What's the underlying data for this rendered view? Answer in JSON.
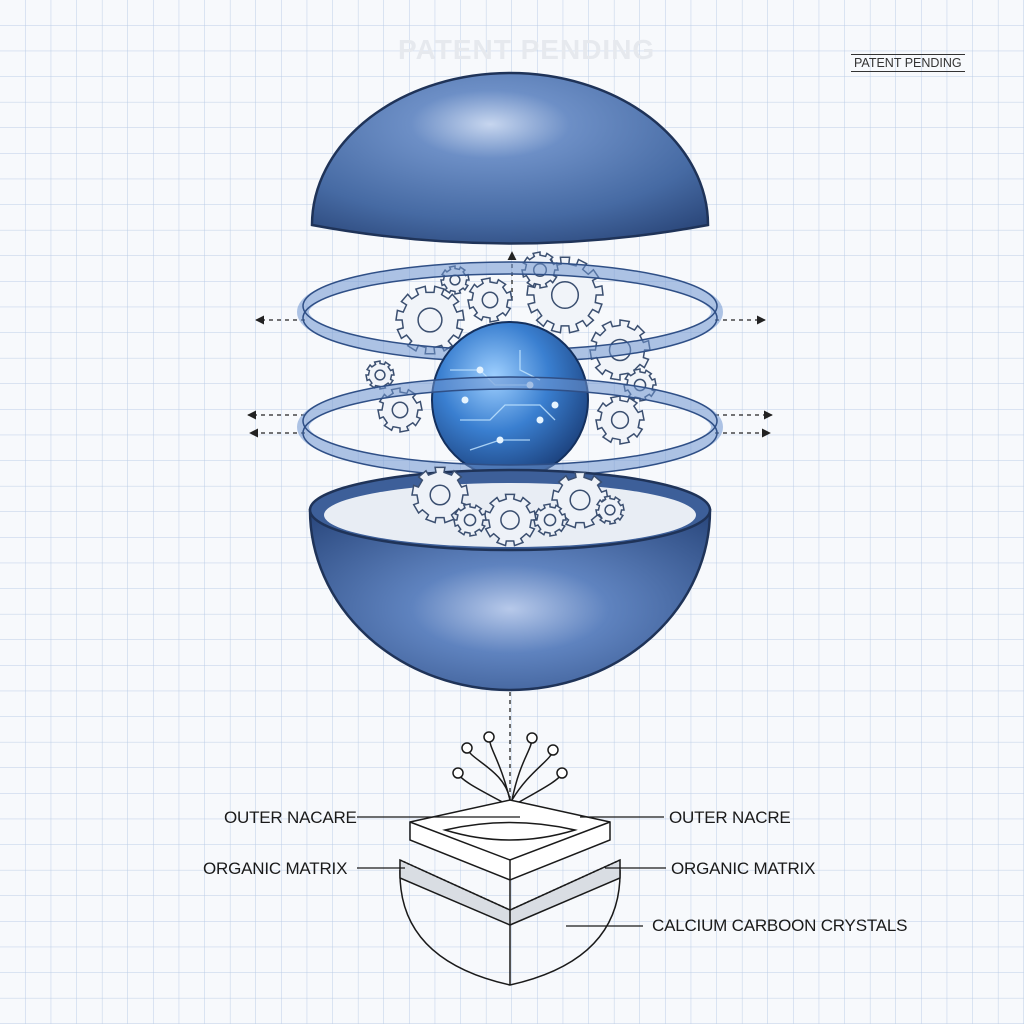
{
  "watermark": "PATENT PENDING",
  "stamp": "PATENT PENDING",
  "labels": {
    "outer_nacare_left": "OUTER NACARE",
    "outer_nacre_right": "OUTER NACRE",
    "organic_matrix_left": "ORGANIC MATRIX",
    "organic_matrix_right": "ORGANIC MATRIX",
    "calcium": "CALCIUM CARBOON CRYSTALS"
  },
  "colors": {
    "grid": "#bccde6",
    "shell_blue": "#4a6fa8",
    "shell_dark": "#1f3358",
    "core_blue": "#3f86d6",
    "ink": "#1a1a1a"
  }
}
